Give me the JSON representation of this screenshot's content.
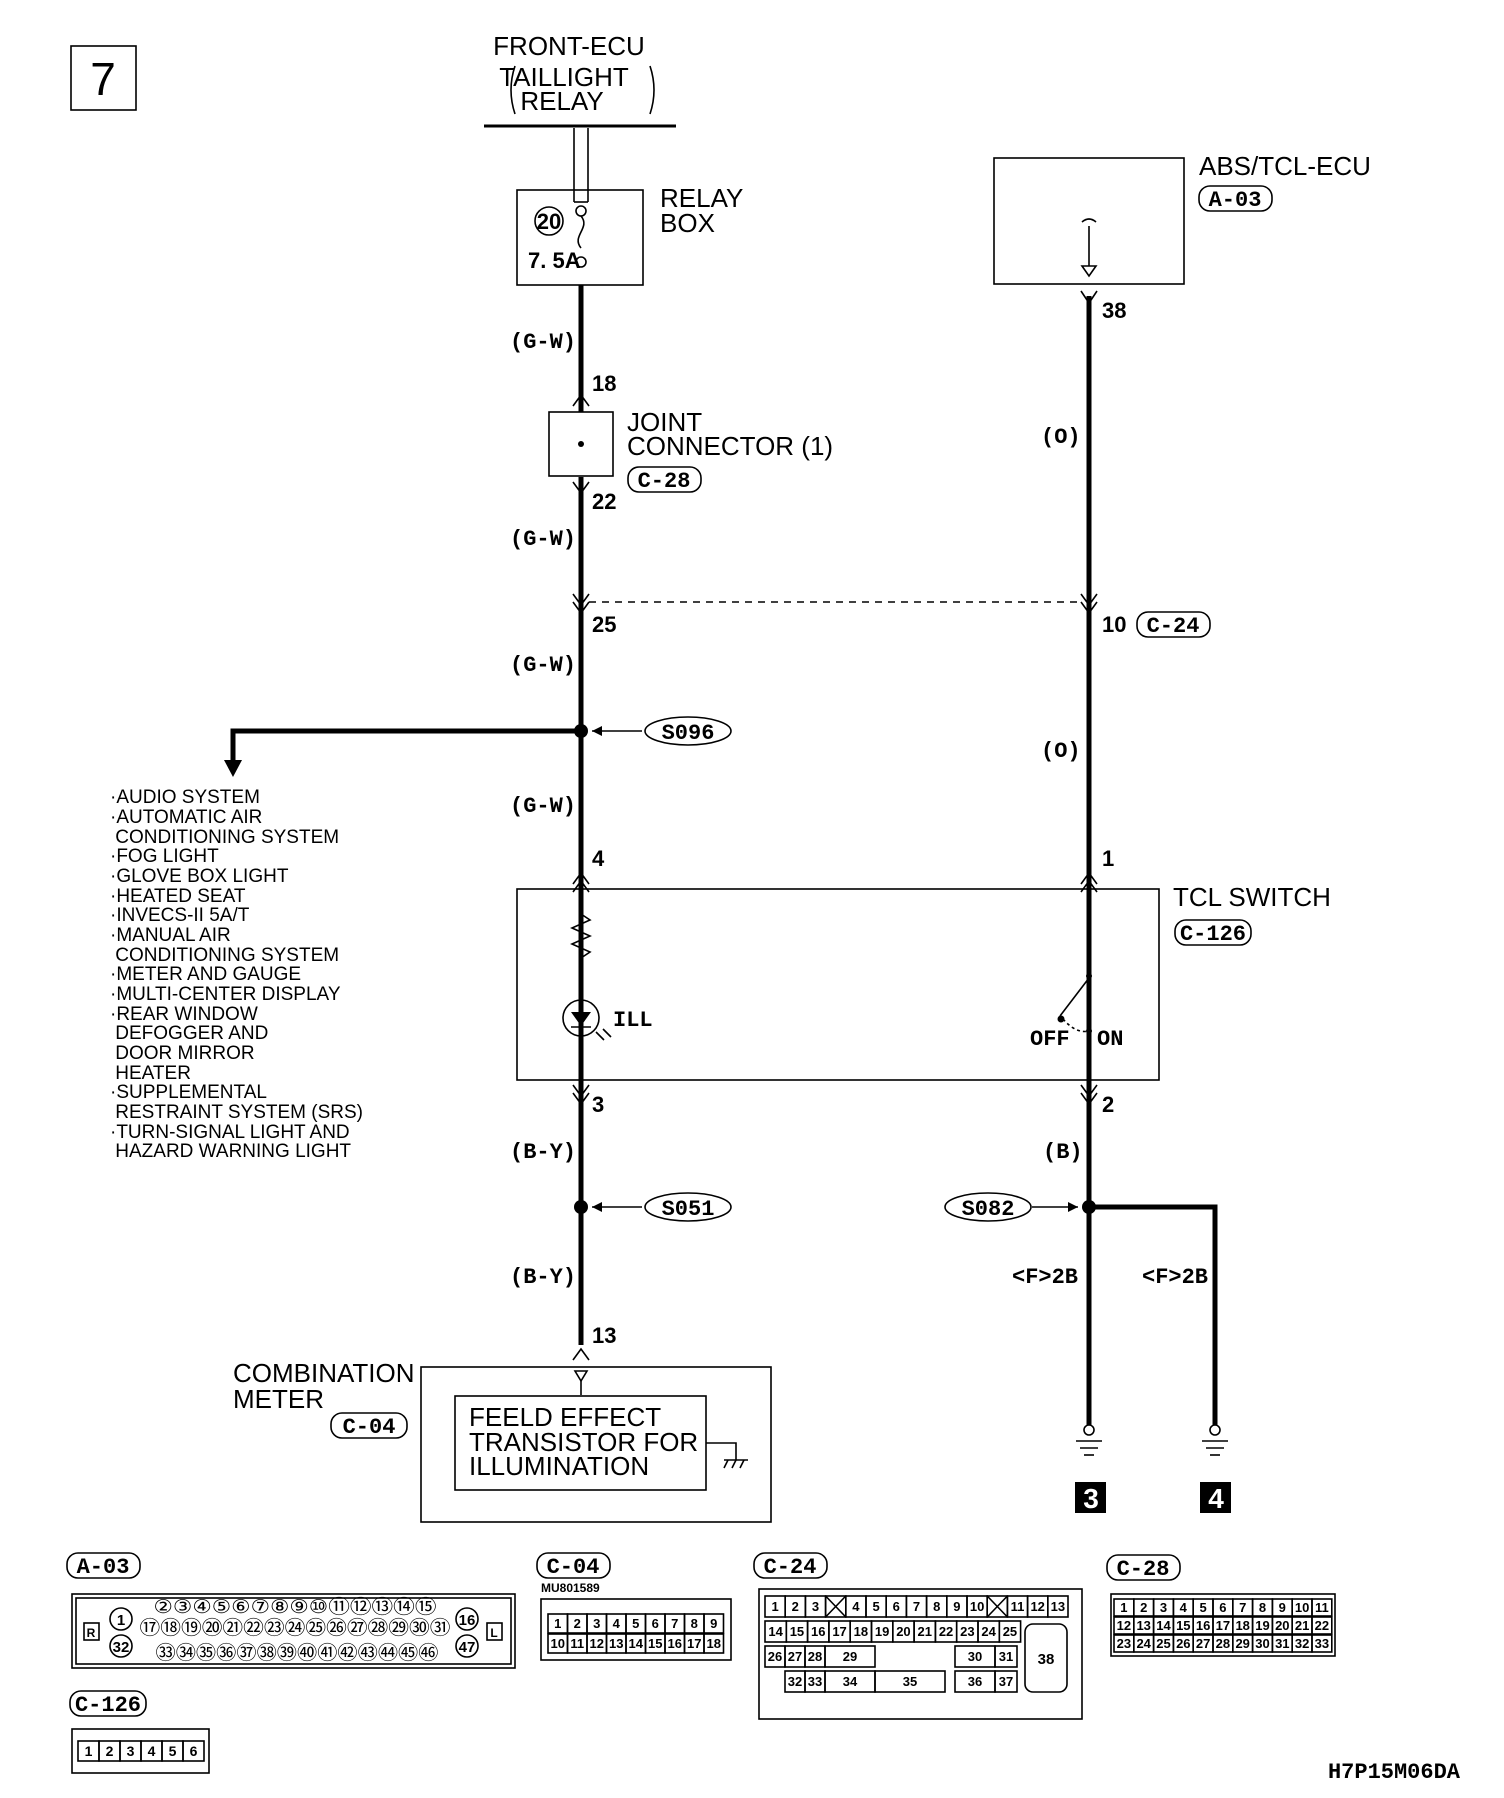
{
  "page_number": "7",
  "doc_code": "H7P15M06DA",
  "components": {
    "front_ecu": {
      "name": "FRONT-ECU",
      "sub1": "TAILLIGHT",
      "sub2": "RELAY"
    },
    "relay_box": {
      "line1": "RELAY",
      "line2": "BOX",
      "fuse_no": "20",
      "fuse_rating": "7. 5A"
    },
    "abs_tcl_ecu": {
      "name": "ABS/TCL-ECU",
      "connector": "A-03"
    },
    "joint_connector": {
      "line1": "JOINT",
      "line2": "CONNECTOR (1)",
      "connector": "C-28"
    },
    "tcl_switch": {
      "name": "TCL SWITCH",
      "connector": "C-126",
      "ill": "ILL",
      "off": "OFF",
      "on": "ON"
    },
    "combination_meter": {
      "line1": "COMBINATION",
      "line2": "METER",
      "connector": "C-04",
      "inner1": "FEELD EFFECT",
      "inner2": "TRANSISTOR FOR",
      "inner3": "ILLUMINATION"
    }
  },
  "wires": {
    "gw": "(G-W)",
    "o": "(O)",
    "by": "(B-Y)",
    "b": "(B)",
    "f2b": "<F>2B"
  },
  "pins": {
    "p38": "38",
    "p18": "18",
    "p22": "22",
    "p25": "25",
    "p10": "10",
    "c24": "C-24",
    "p4": "4",
    "p1": "1",
    "p3": "3",
    "p2": "2",
    "p13": "13"
  },
  "splices": {
    "s096": "S096",
    "s051": "S051",
    "s082": "S082"
  },
  "grounds": {
    "g3": "3",
    "g4": "4"
  },
  "systems": [
    "·AUDIO SYSTEM",
    "·AUTOMATIC AIR",
    " CONDITIONING SYSTEM",
    "·FOG LIGHT",
    "·GLOVE BOX LIGHT",
    "·HEATED SEAT",
    "·INVECS-II 5A/T",
    "·MANUAL AIR",
    " CONDITIONING SYSTEM",
    "·METER AND GAUGE",
    "·MULTI-CENTER DISPLAY",
    "·REAR WINDOW",
    " DEFOGGER AND",
    " DOOR MIRROR",
    " HEATER",
    "·SUPPLEMENTAL",
    " RESTRAINT SYSTEM (SRS)",
    "·TURN-SIGNAL LIGHT AND",
    " HAZARD WARNING LIGHT"
  ],
  "connector_views": {
    "a03": {
      "label": "A-03",
      "left": "R",
      "right": "L",
      "pin1": "1",
      "pin32": "32",
      "pin16": "16",
      "pin47": "47",
      "row1": "②③④⑤⑥⑦⑧⑨⑩⑪⑫⑬⑭⑮",
      "row2": "⑰⑱⑲⑳㉑㉒㉓㉔㉕㉖㉗㉘㉙㉚㉛",
      "row3": "㉝㉞㉟㊱㊲㊳㊴㊵㊶㊷㊸㊹㊺㊻"
    },
    "c04": {
      "label": "C-04",
      "part": "MU801589",
      "row1": [
        "1",
        "2",
        "3",
        "4",
        "5",
        "6",
        "7",
        "8",
        "9"
      ],
      "row2": [
        "10",
        "11",
        "12",
        "13",
        "14",
        "15",
        "16",
        "17",
        "18"
      ]
    },
    "c24": {
      "label": "C-24",
      "row1": [
        "1",
        "2",
        "3",
        "",
        "4",
        "5",
        "6",
        "7",
        "8",
        "9",
        "10",
        "",
        "11",
        "12",
        "13"
      ],
      "row2": [
        "14",
        "15",
        "16",
        "17",
        "18",
        "19",
        "20",
        "21",
        "22",
        "23",
        "24",
        "25"
      ],
      "row3": [
        "26",
        "27",
        "28",
        "29",
        "30",
        "31"
      ],
      "row4": [
        "32",
        "33",
        "34",
        "35",
        "36",
        "37"
      ],
      "big": "38"
    },
    "c28": {
      "label": "C-28",
      "row1": [
        "1",
        "2",
        "3",
        "4",
        "5",
        "6",
        "7",
        "8",
        "9",
        "10",
        "11"
      ],
      "row2": [
        "12",
        "13",
        "14",
        "15",
        "16",
        "17",
        "18",
        "19",
        "20",
        "21",
        "22"
      ],
      "row3": [
        "23",
        "24",
        "25",
        "26",
        "27",
        "28",
        "29",
        "30",
        "31",
        "32",
        "33"
      ]
    },
    "c126": {
      "label": "C-126",
      "pins": [
        "1",
        "2",
        "3",
        "4",
        "5",
        "6"
      ]
    }
  }
}
